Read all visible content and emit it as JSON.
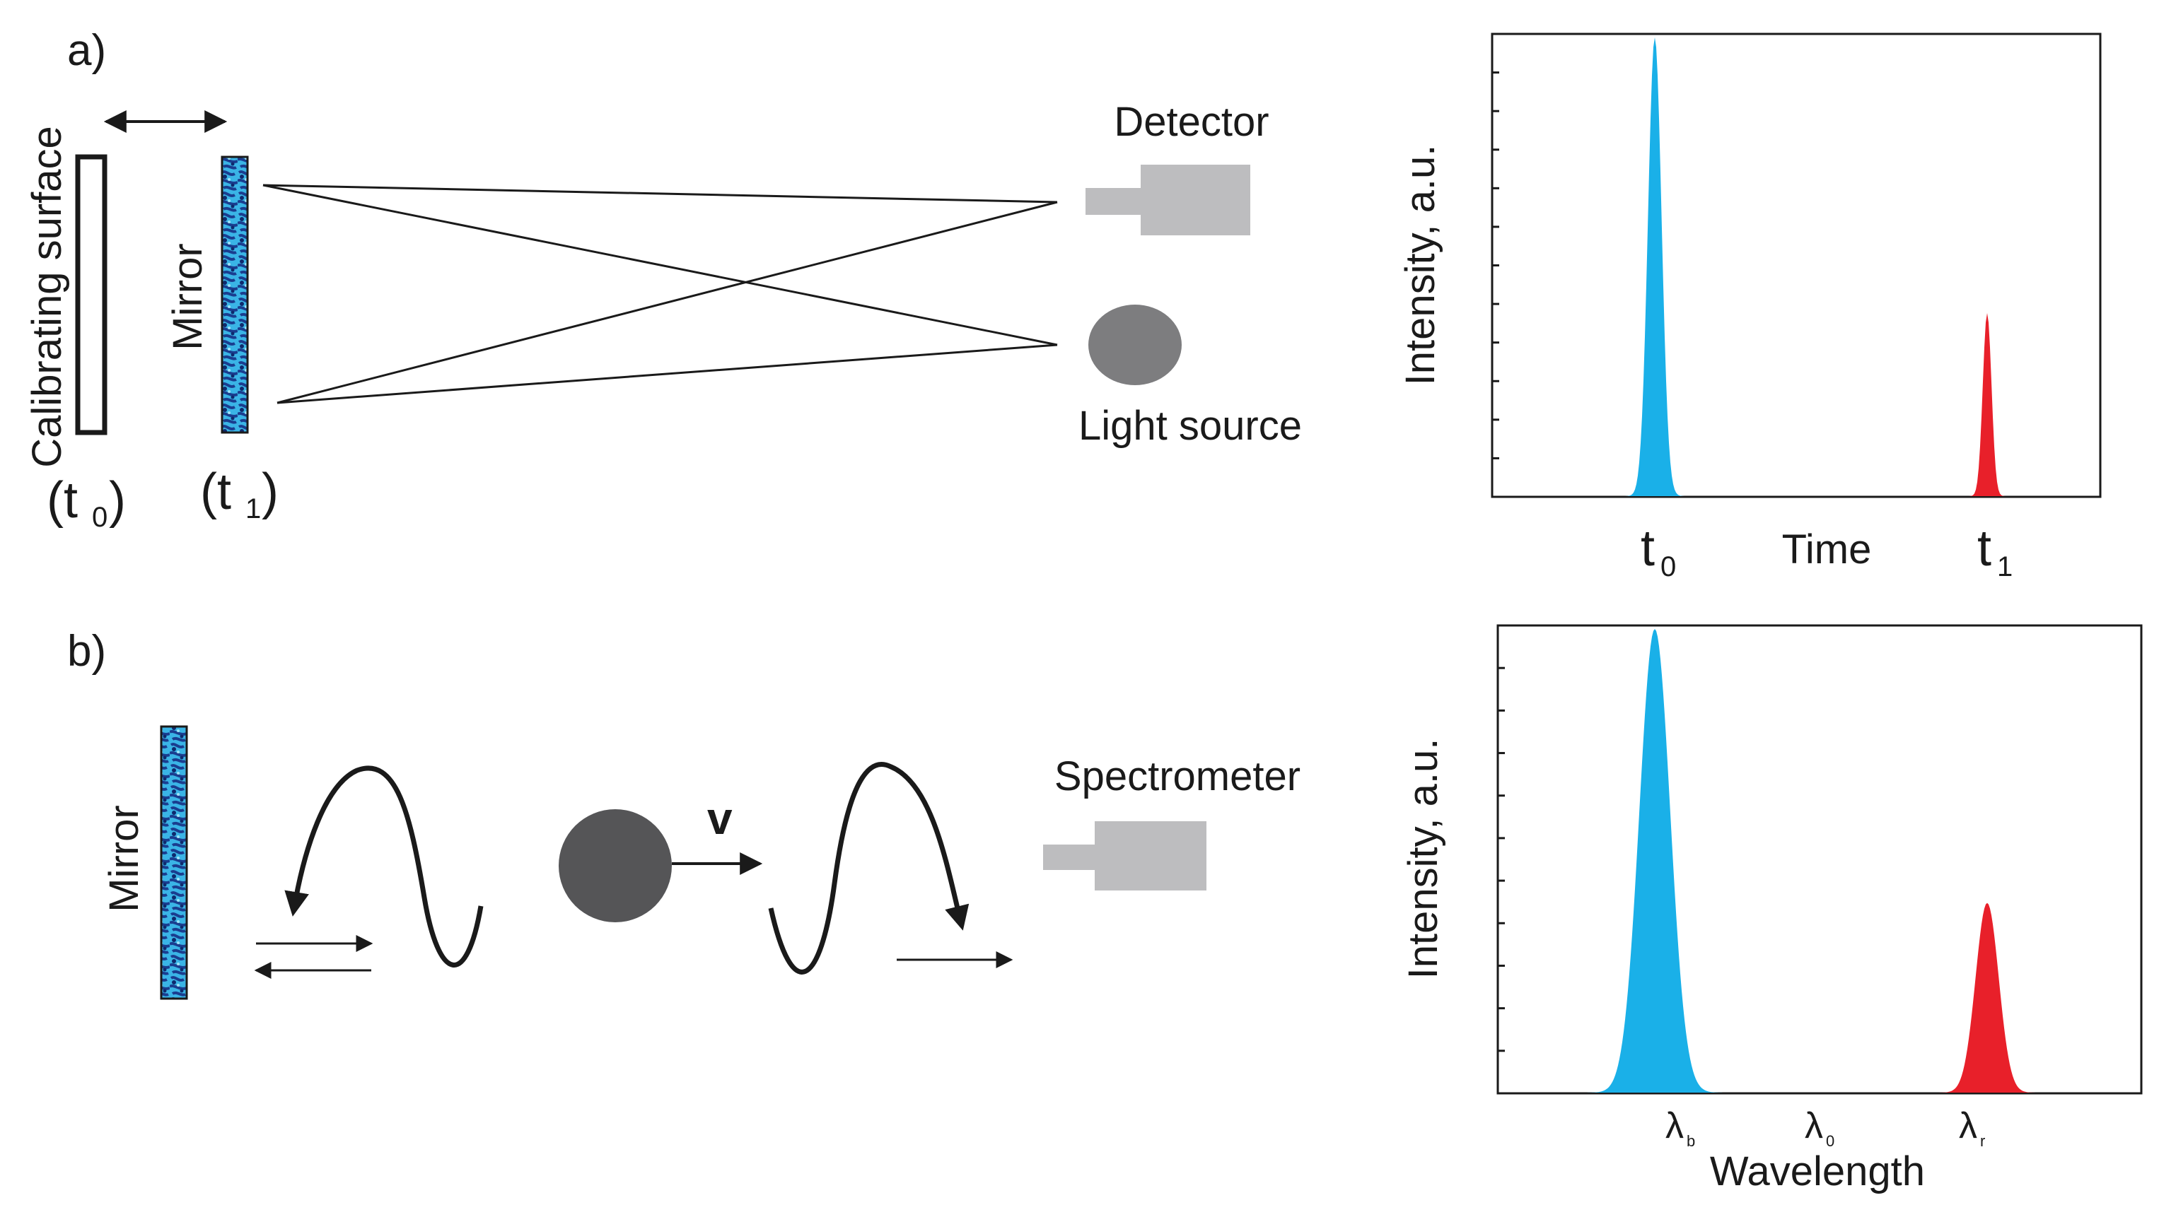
{
  "panel_a": {
    "panel_label": "a)",
    "calibrating_surface_label": "Calibrating surface",
    "mirror_label": "Mirror",
    "t0_label": "(t",
    "t0_sub": "0",
    "t1_label": "(t",
    "t1_sub": "1",
    "paren_close": ")",
    "detector_label": "Detector",
    "light_source_label": "Light source"
  },
  "panel_b": {
    "panel_label": "b)",
    "mirror_label": "Mirror",
    "velocity_label": "v",
    "spectrometer_label": "Spectrometer"
  },
  "colors": {
    "blue_peak": "#1ab0e8",
    "red_peak": "#e8202a",
    "device_gray": "#bdbdbf",
    "source_gray": "#7d7d7f",
    "particle_gray": "#555557",
    "mirror_blue": "#3aa6d8"
  },
  "chart_data": [
    {
      "type": "area",
      "title": "",
      "ylabel": "Intensity, a.u.",
      "xlabel": "Time",
      "x_tick_labels": [
        {
          "text": "t",
          "sub": "0"
        },
        {
          "text": "t",
          "sub": "1"
        }
      ],
      "y_minor_ticks": 11,
      "series": [
        {
          "color": "blue",
          "peak_position": "t0",
          "relative_height": 1.0,
          "relative_width": 0.028
        },
        {
          "color": "red",
          "peak_position": "t1",
          "relative_height": 0.4,
          "relative_width": 0.018
        }
      ],
      "ylim": [
        0,
        1
      ]
    },
    {
      "type": "area",
      "title": "",
      "ylabel": "Intensity, a.u.",
      "xlabel": "Wavelength",
      "x_tick_labels": [
        {
          "text": "λ",
          "sub": "b"
        },
        {
          "text": "λ",
          "sub": "0"
        },
        {
          "text": "λ",
          "sub": "r"
        }
      ],
      "y_minor_ticks": 10,
      "series": [
        {
          "color": "blue",
          "peak_position": "λb",
          "relative_height": 1.0,
          "relative_width": 0.06
        },
        {
          "color": "red",
          "peak_position": "λr",
          "relative_height": 0.41,
          "relative_width": 0.045
        }
      ],
      "ylim": [
        0,
        1
      ]
    }
  ]
}
